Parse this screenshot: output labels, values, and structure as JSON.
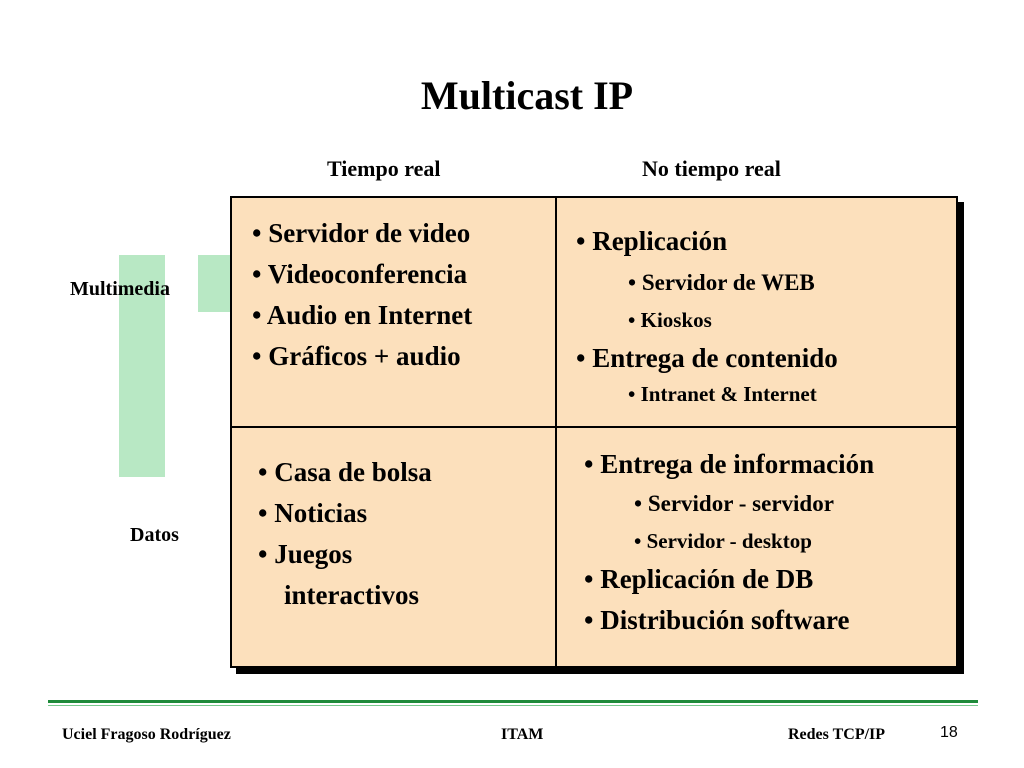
{
  "title": "Multicast IP",
  "columns": [
    "Tiempo real",
    "No tiempo real"
  ],
  "rows": [
    "Multimedia",
    "Datos"
  ],
  "cells": {
    "tl": [
      "Servidor de video",
      "Videoconferencia",
      "Audio en Internet",
      "Gráficos + audio"
    ],
    "tr": {
      "replicacion": "Replicación",
      "servidor_web": "Servidor de WEB",
      "kioskos": "Kioskos",
      "entrega_contenido": "Entrega de contenido",
      "intranet": "Intranet & Internet"
    },
    "bl": [
      "Casa de bolsa",
      "Noticias",
      "Juegos",
      "interactivos"
    ],
    "br": {
      "entrega_info": "Entrega de información",
      "serv_serv": "Servidor - servidor",
      "serv_desk": "Servidor - desktop",
      "replicacion_db": "Replicación de DB",
      "distribucion": "Distribución software"
    }
  },
  "bullet": "•",
  "footer": {
    "author": "Uciel Fragoso Rodríguez",
    "institution": "ITAM",
    "course": "Redes TCP/IP",
    "page": "18"
  },
  "colors": {
    "cell_bg": "#fce0bc",
    "green_bar": "#b8e8c4",
    "rule_green": "#1e8a3a"
  }
}
